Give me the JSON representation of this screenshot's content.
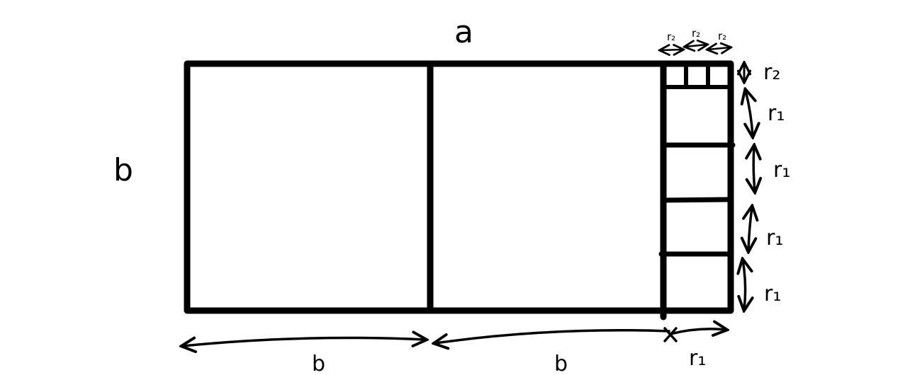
{
  "labels": {
    "top": "a",
    "left": "b",
    "bottom_first": "b",
    "bottom_second": "b",
    "bottom_third": "r₁",
    "top_r2": [
      "r₂",
      "r₂",
      "r₂"
    ],
    "right_r2": "r₂",
    "right_r1": [
      "r₁",
      "r₁",
      "r₁",
      "r₁"
    ]
  },
  "colors": {
    "ink": "#000000",
    "background": "#ffffff"
  }
}
